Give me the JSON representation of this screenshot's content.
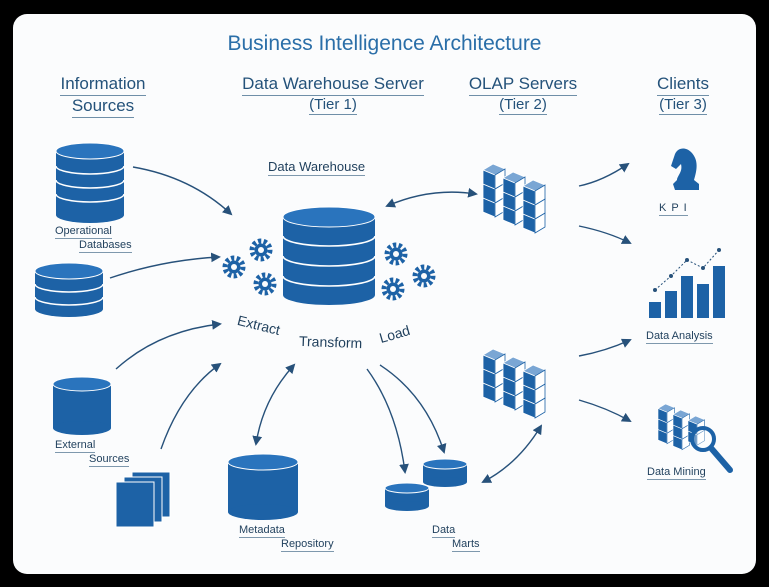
{
  "title": "Business Intelligence Architecture",
  "columns": {
    "sources": {
      "line1": "Information",
      "line2": "Sources"
    },
    "dw": {
      "line1": "Data Warehouse Server",
      "line2": "(Tier 1)"
    },
    "olap": {
      "line1": "OLAP Servers",
      "line2": "(Tier 2)"
    },
    "clients": {
      "line1": "Clients",
      "line2": "(Tier 3)"
    }
  },
  "labels": {
    "data_warehouse": "Data Warehouse",
    "operational_1": "Operational",
    "operational_2": "Databases",
    "external_1": "External",
    "external_2": "Sources",
    "metadata_1": "Metadata",
    "metadata_2": "Repository",
    "marts_1": "Data",
    "marts_2": "Marts",
    "kpi": "K P I",
    "data_analysis": "Data Analysis",
    "data_mining": "Data Mining"
  },
  "etl": [
    "Extract",
    "Transform",
    "Load"
  ],
  "colors": {
    "primary": "#1d62a6",
    "dark": "#174f85",
    "text": "#1f3f5c",
    "background": "#fbfcfd"
  }
}
